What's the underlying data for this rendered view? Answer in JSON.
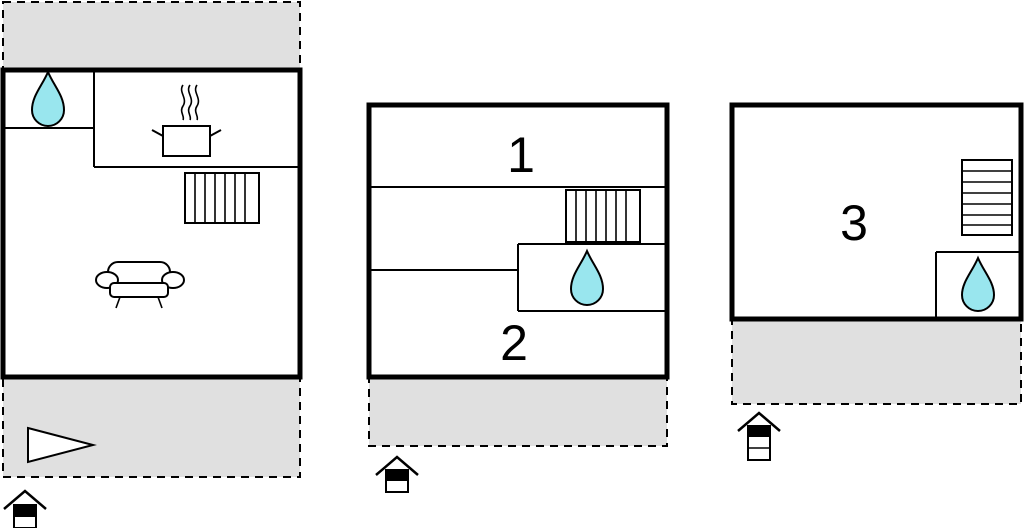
{
  "floorplan": {
    "room_labels": [
      "1",
      "2",
      "3"
    ],
    "icons": [
      "water-drop-icon",
      "cooking-pot-icon",
      "sofa-icon",
      "stairs-icon",
      "entrance-arrow-icon",
      "terrace-arrow-icon"
    ],
    "colors": {
      "outdoor_area": "#e0e0e0",
      "water": "#99e6ee",
      "wall": "#000000"
    }
  }
}
